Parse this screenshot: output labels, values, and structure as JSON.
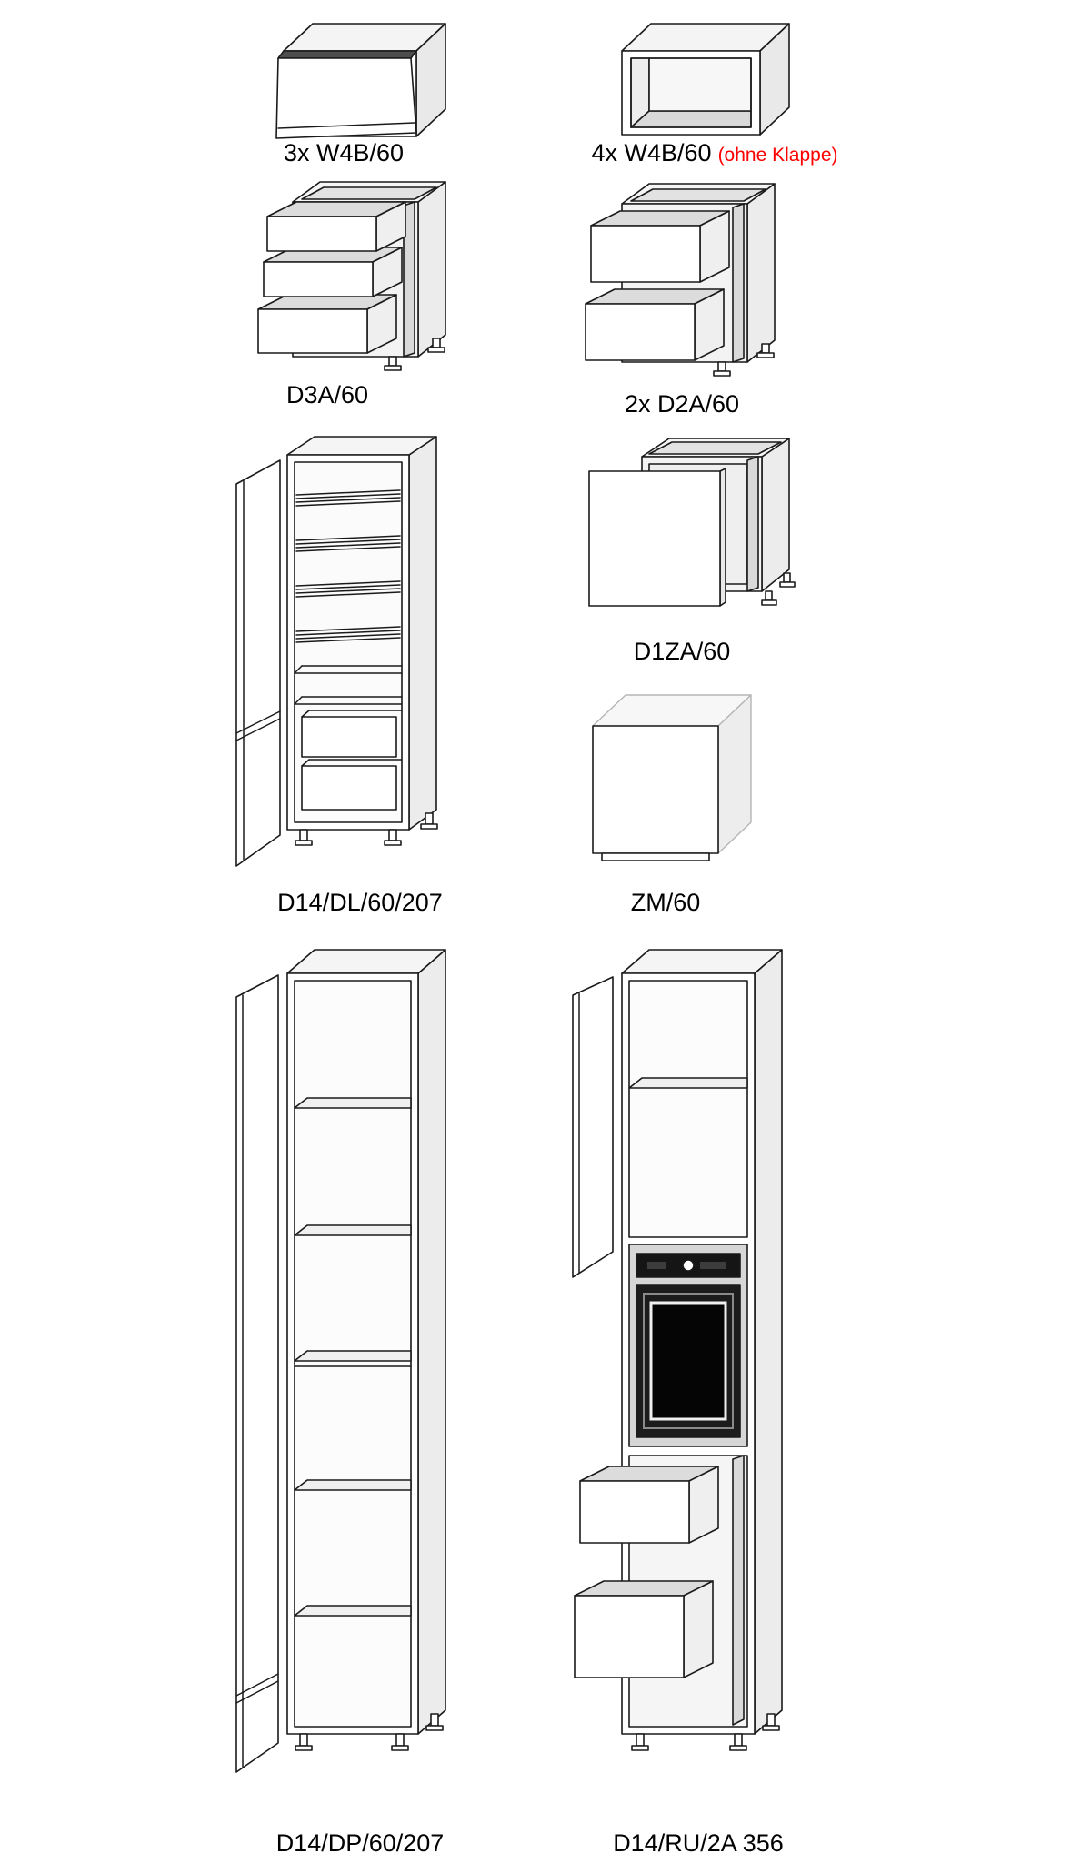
{
  "page": {
    "background": "#ffffff"
  },
  "colors": {
    "line": "#1a1a1a",
    "note_red": "#ff0000",
    "label": "#000000"
  },
  "items": [
    {
      "id": "wall-cabinet-flap",
      "label": "3x W4B/60"
    },
    {
      "id": "wall-cabinet-open",
      "label": "4x W4B/60",
      "note": "(ohne Klappe)"
    },
    {
      "id": "base-3-drawers",
      "label": "D3A/60"
    },
    {
      "id": "base-2-drawers",
      "label": "2x D2A/60"
    },
    {
      "id": "tall-fridge-housing",
      "label": "D14/DL/60/207"
    },
    {
      "id": "sink-base",
      "label": "D1ZA/60"
    },
    {
      "id": "appliance-front",
      "label": "ZM/60"
    },
    {
      "id": "tall-pantry",
      "label": "D14/DP/60/207"
    },
    {
      "id": "tall-oven-housing",
      "label": "D14/RU/2A 356"
    }
  ]
}
